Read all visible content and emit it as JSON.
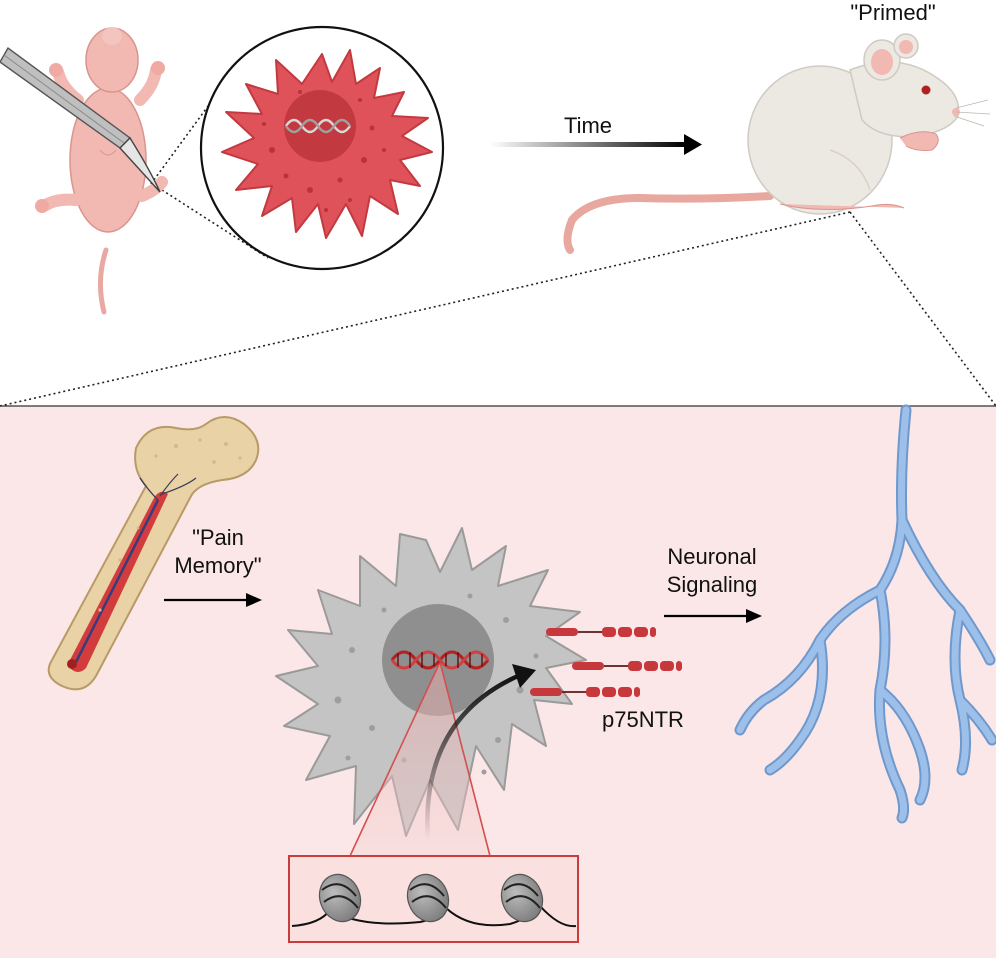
{
  "labels": {
    "time": "Time",
    "primed": "\"Primed\"",
    "pain_memory_line1": "\"Pain",
    "pain_memory_line2": "Memory\"",
    "neuronal_line1": "Neuronal",
    "neuronal_line2": "Signaling",
    "receptor": "p75NTR"
  },
  "colors": {
    "panel_bg": "#fbe7e7",
    "pup_skin": "#f2b8b2",
    "red_cell": "#e0525a",
    "red_nucleus": "#c23a40",
    "grey_cell": "#c4c4c4",
    "grey_nucleus": "#8f8f8f",
    "mouse_body": "#ece8e2",
    "mouse_tail": "#e8a8a0",
    "neuron": "#9cc0ea",
    "bone": "#e8d2a6",
    "marrow_red": "#d23c3c",
    "receptor_red": "#c6383c",
    "histone": "#8c8c8c"
  },
  "icons": {
    "scalpel": "scalpel-icon",
    "dna": "dna-icon",
    "histone": "histone-icon"
  }
}
